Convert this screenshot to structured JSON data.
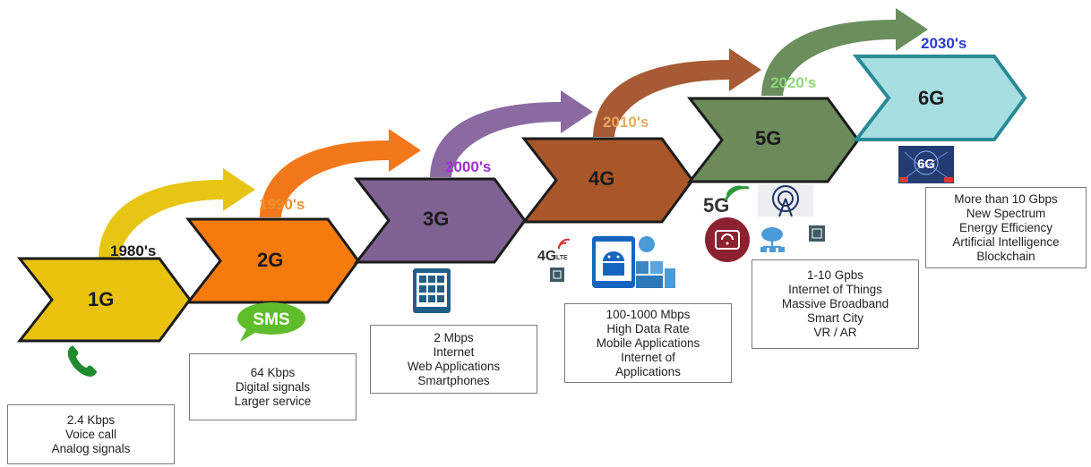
{
  "generations": [
    {
      "id": "1g",
      "label": "1G",
      "decade": "1980's",
      "color": "#e8c20c",
      "arrow_color": "#e7c513",
      "decade_color": "#1a1a1a",
      "features": [
        "2.4 Kbps",
        "Voice call",
        "Analog signals"
      ],
      "icons": [
        "phone-icon"
      ]
    },
    {
      "id": "2g",
      "label": "2G",
      "decade": "1990's",
      "color": "#f77b0c",
      "arrow_color": "#f2781a",
      "decade_color": "#f0902c",
      "features": [
        "64 Kbps",
        "Digital signals",
        "Larger service"
      ],
      "icons": [
        "sms-icon"
      ]
    },
    {
      "id": "3g",
      "label": "3G",
      "decade": "2000's",
      "color": "#7e6292",
      "arrow_color": "#8b6aa2",
      "decade_color": "#9b30d0",
      "features": [
        "2 Mbps",
        "Internet",
        "Web Applications",
        "Smartphones"
      ],
      "icons": [
        "smartphone-icon"
      ]
    },
    {
      "id": "4g",
      "label": "4G",
      "decade": "2010's",
      "color": "#a9572a",
      "arrow_color": "#a75a34",
      "decade_color": "#e8a860",
      "features": [
        "100-1000 Mbps",
        "High Data Rate",
        "Mobile Applications",
        "Internet of",
        "Applications"
      ],
      "icons": [
        "4g-lte-icon",
        "chip-icon",
        "android-phone-icon",
        "cloud-apps-icon"
      ],
      "icon_text": "4G"
    },
    {
      "id": "5g",
      "label": "5G",
      "decade": "2020's",
      "color": "#6c8a5a",
      "arrow_color": "#6b8e5d",
      "decade_color": "#8fd67a",
      "features": [
        "1-10 Gpbs",
        "Internet of Things",
        "Massive Broadband",
        "Smart City",
        "VR / AR"
      ],
      "icons": [
        "5g-signal-icon",
        "antenna-tower-icon",
        "wifi-router-icon",
        "cloud-network-icon",
        "chip-icon"
      ],
      "icon_text": "5G"
    },
    {
      "id": "6g",
      "label": "6G",
      "decade": "2030's",
      "color": "#a6dee2",
      "arrow_color": "",
      "decade_color": "#2a3bd0",
      "features": [
        "More than 10 Gbps",
        "New Spectrum",
        "Energy Efficiency",
        "Artificial Intelligence",
        "Blockchain"
      ],
      "icons": [
        "6g-network-icon"
      ],
      "icon_text": "6G"
    }
  ]
}
